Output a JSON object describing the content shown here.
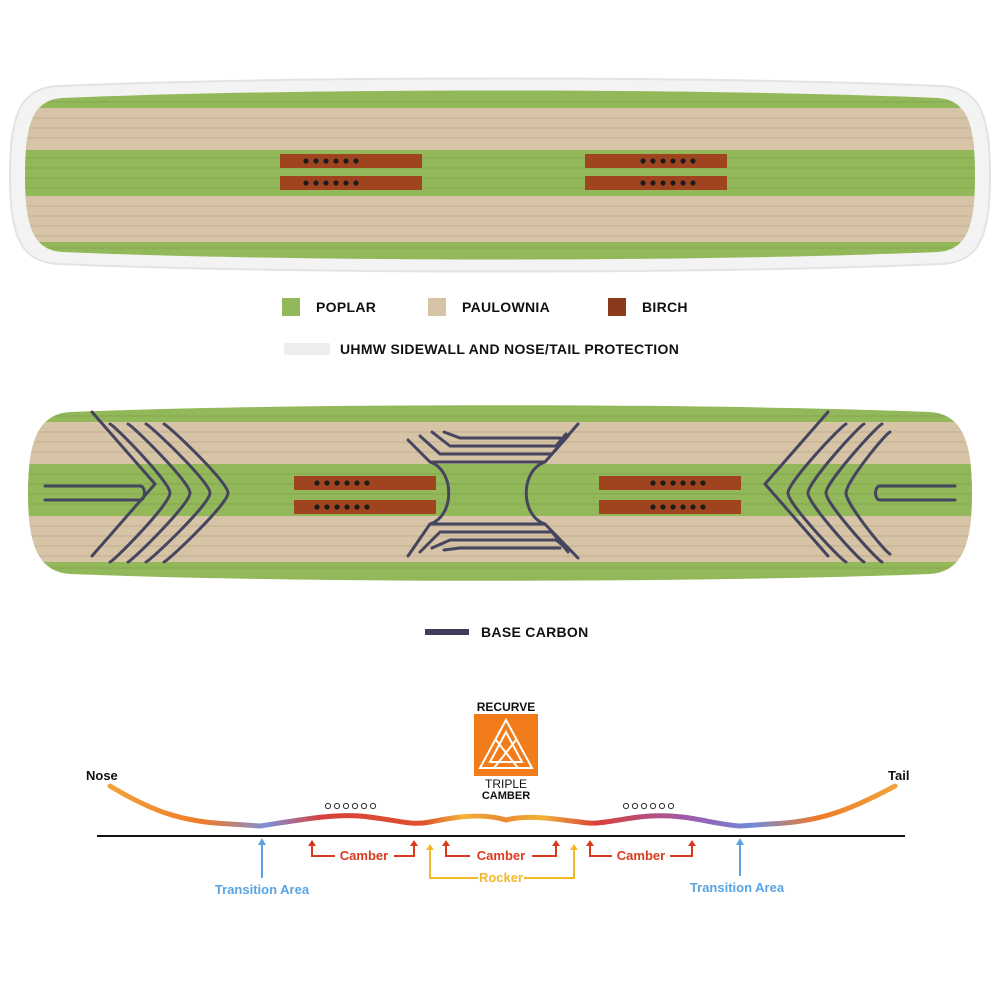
{
  "legend": {
    "poplar": {
      "label": "POPLAR",
      "color": "#93b85a"
    },
    "paulownia": {
      "label": "PAULOWNIA",
      "color": "#d7c4a6"
    },
    "birch": {
      "label": "BIRCH",
      "color": "#8b3a1e"
    },
    "sidewall": {
      "label": "UHMW SIDEWALL AND NOSE/TAIL PROTECTION",
      "color": "#eeeeee"
    },
    "carbon": {
      "label": "BASE CARBON",
      "color": "#3e3d5a"
    }
  },
  "logo": {
    "top": "RECURVE",
    "middle": "TRIPLE",
    "bottom": "CAMBER",
    "accent": "#f27c1a"
  },
  "profile": {
    "nose": "Nose",
    "tail": "Tail",
    "camber": "Camber",
    "rocker": "Rocker",
    "transition": "Transition Area",
    "colors": {
      "camber": "#d93a1e",
      "rocker": "#f2b82a",
      "transition": "#5aa4e6"
    }
  }
}
